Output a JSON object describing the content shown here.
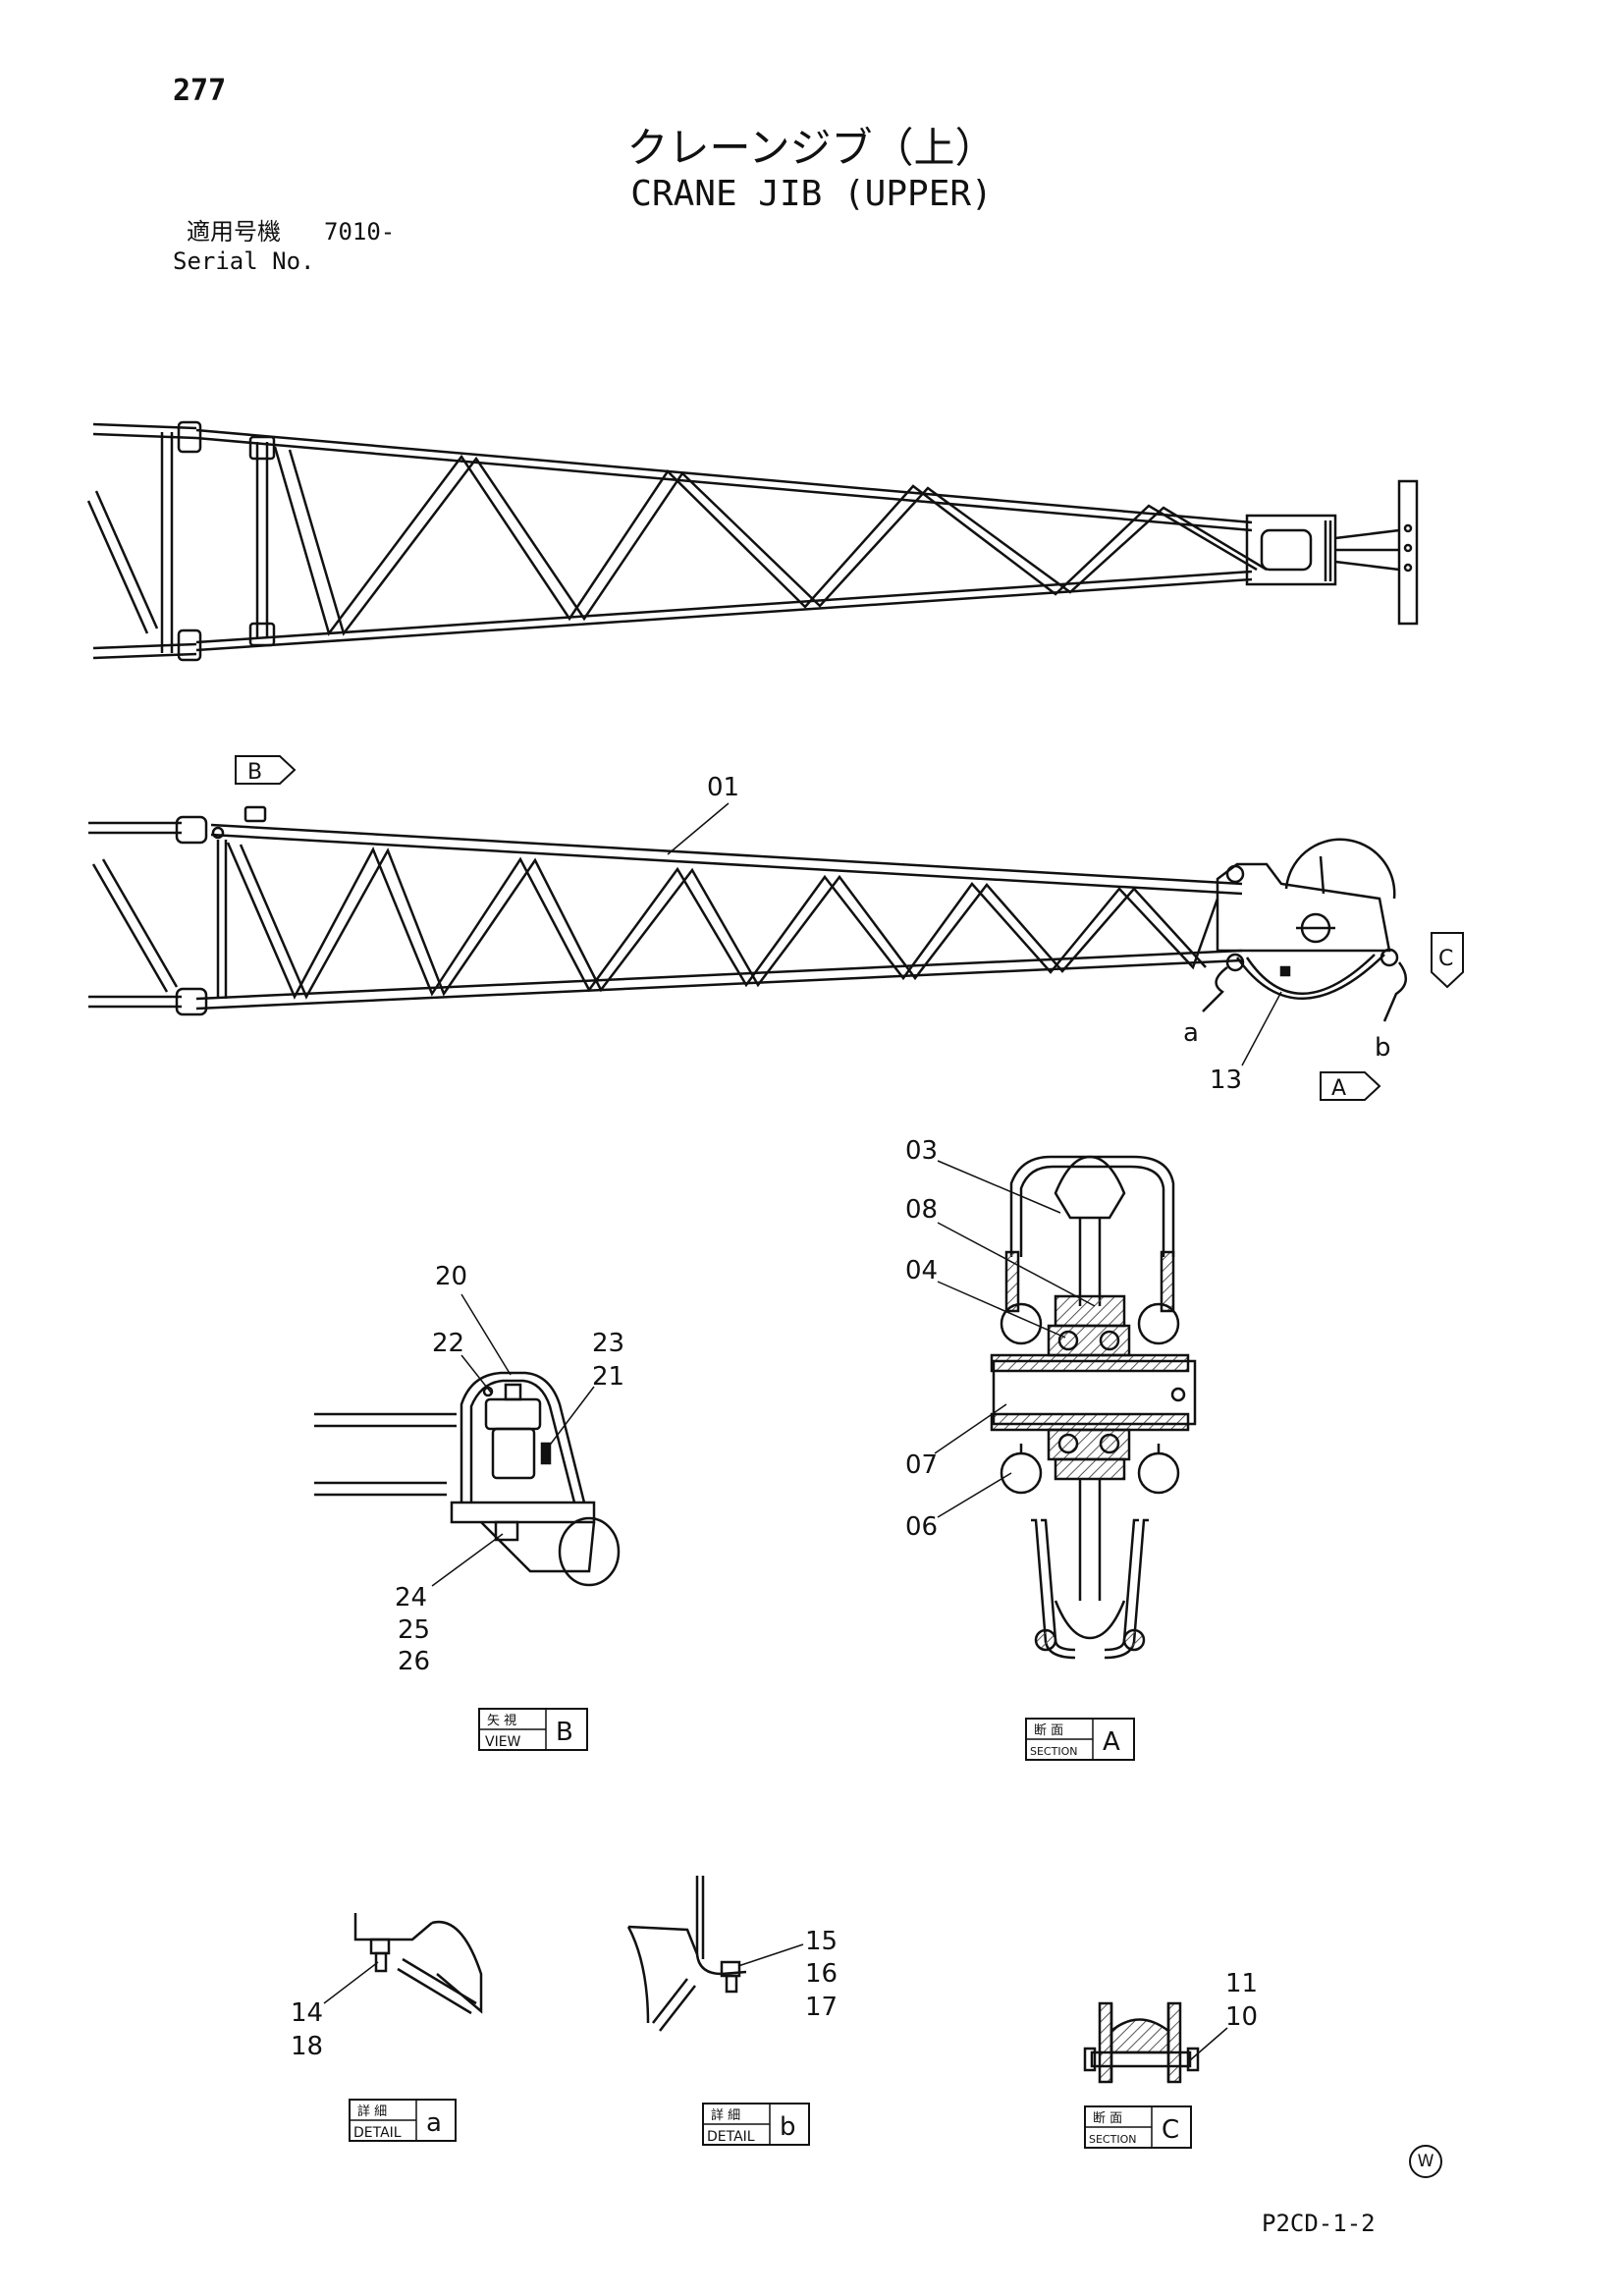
{
  "page_number": "277",
  "title_jp": "クレーンジブ（上）",
  "title_en": "CRANE JIB (UPPER)",
  "serial": {
    "label_jp": "適用号機",
    "label_en": "Serial No.",
    "value": "7010-"
  },
  "callouts": {
    "c01": "01",
    "c13": "13",
    "c03": "03",
    "c08": "08",
    "c04": "04",
    "c07": "07",
    "c06": "06",
    "c20": "20",
    "c22": "22",
    "c23": "23",
    "c21": "21",
    "c24": "24",
    "c25": "25",
    "c26": "26",
    "c15": "15",
    "c16": "16",
    "c17": "17",
    "c14": "14",
    "c18": "18",
    "c11": "11",
    "c10": "10"
  },
  "detail_refs": {
    "a": "a",
    "b": "b"
  },
  "view_arrows": {
    "B": "B",
    "A": "A",
    "C": "C"
  },
  "captions": {
    "view_b": {
      "top": "矢 視",
      "bottom": "VIEW",
      "letter": "B"
    },
    "section_a": {
      "top": "断 面",
      "bottom": "SECTION",
      "letter": "A"
    },
    "detail_a": {
      "top": "詳 細",
      "bottom": "DETAIL",
      "letter": "a"
    },
    "detail_b": {
      "top": "詳 細",
      "bottom": "DETAIL",
      "letter": "b"
    },
    "section_c": {
      "top": "断 面",
      "bottom": "SECTION",
      "letter": "C"
    }
  },
  "watermark": "W",
  "doc_ref": "P2CD-1-2",
  "colors": {
    "ink": "#111111",
    "hatch": "#555555",
    "paper": "#ffffff"
  }
}
